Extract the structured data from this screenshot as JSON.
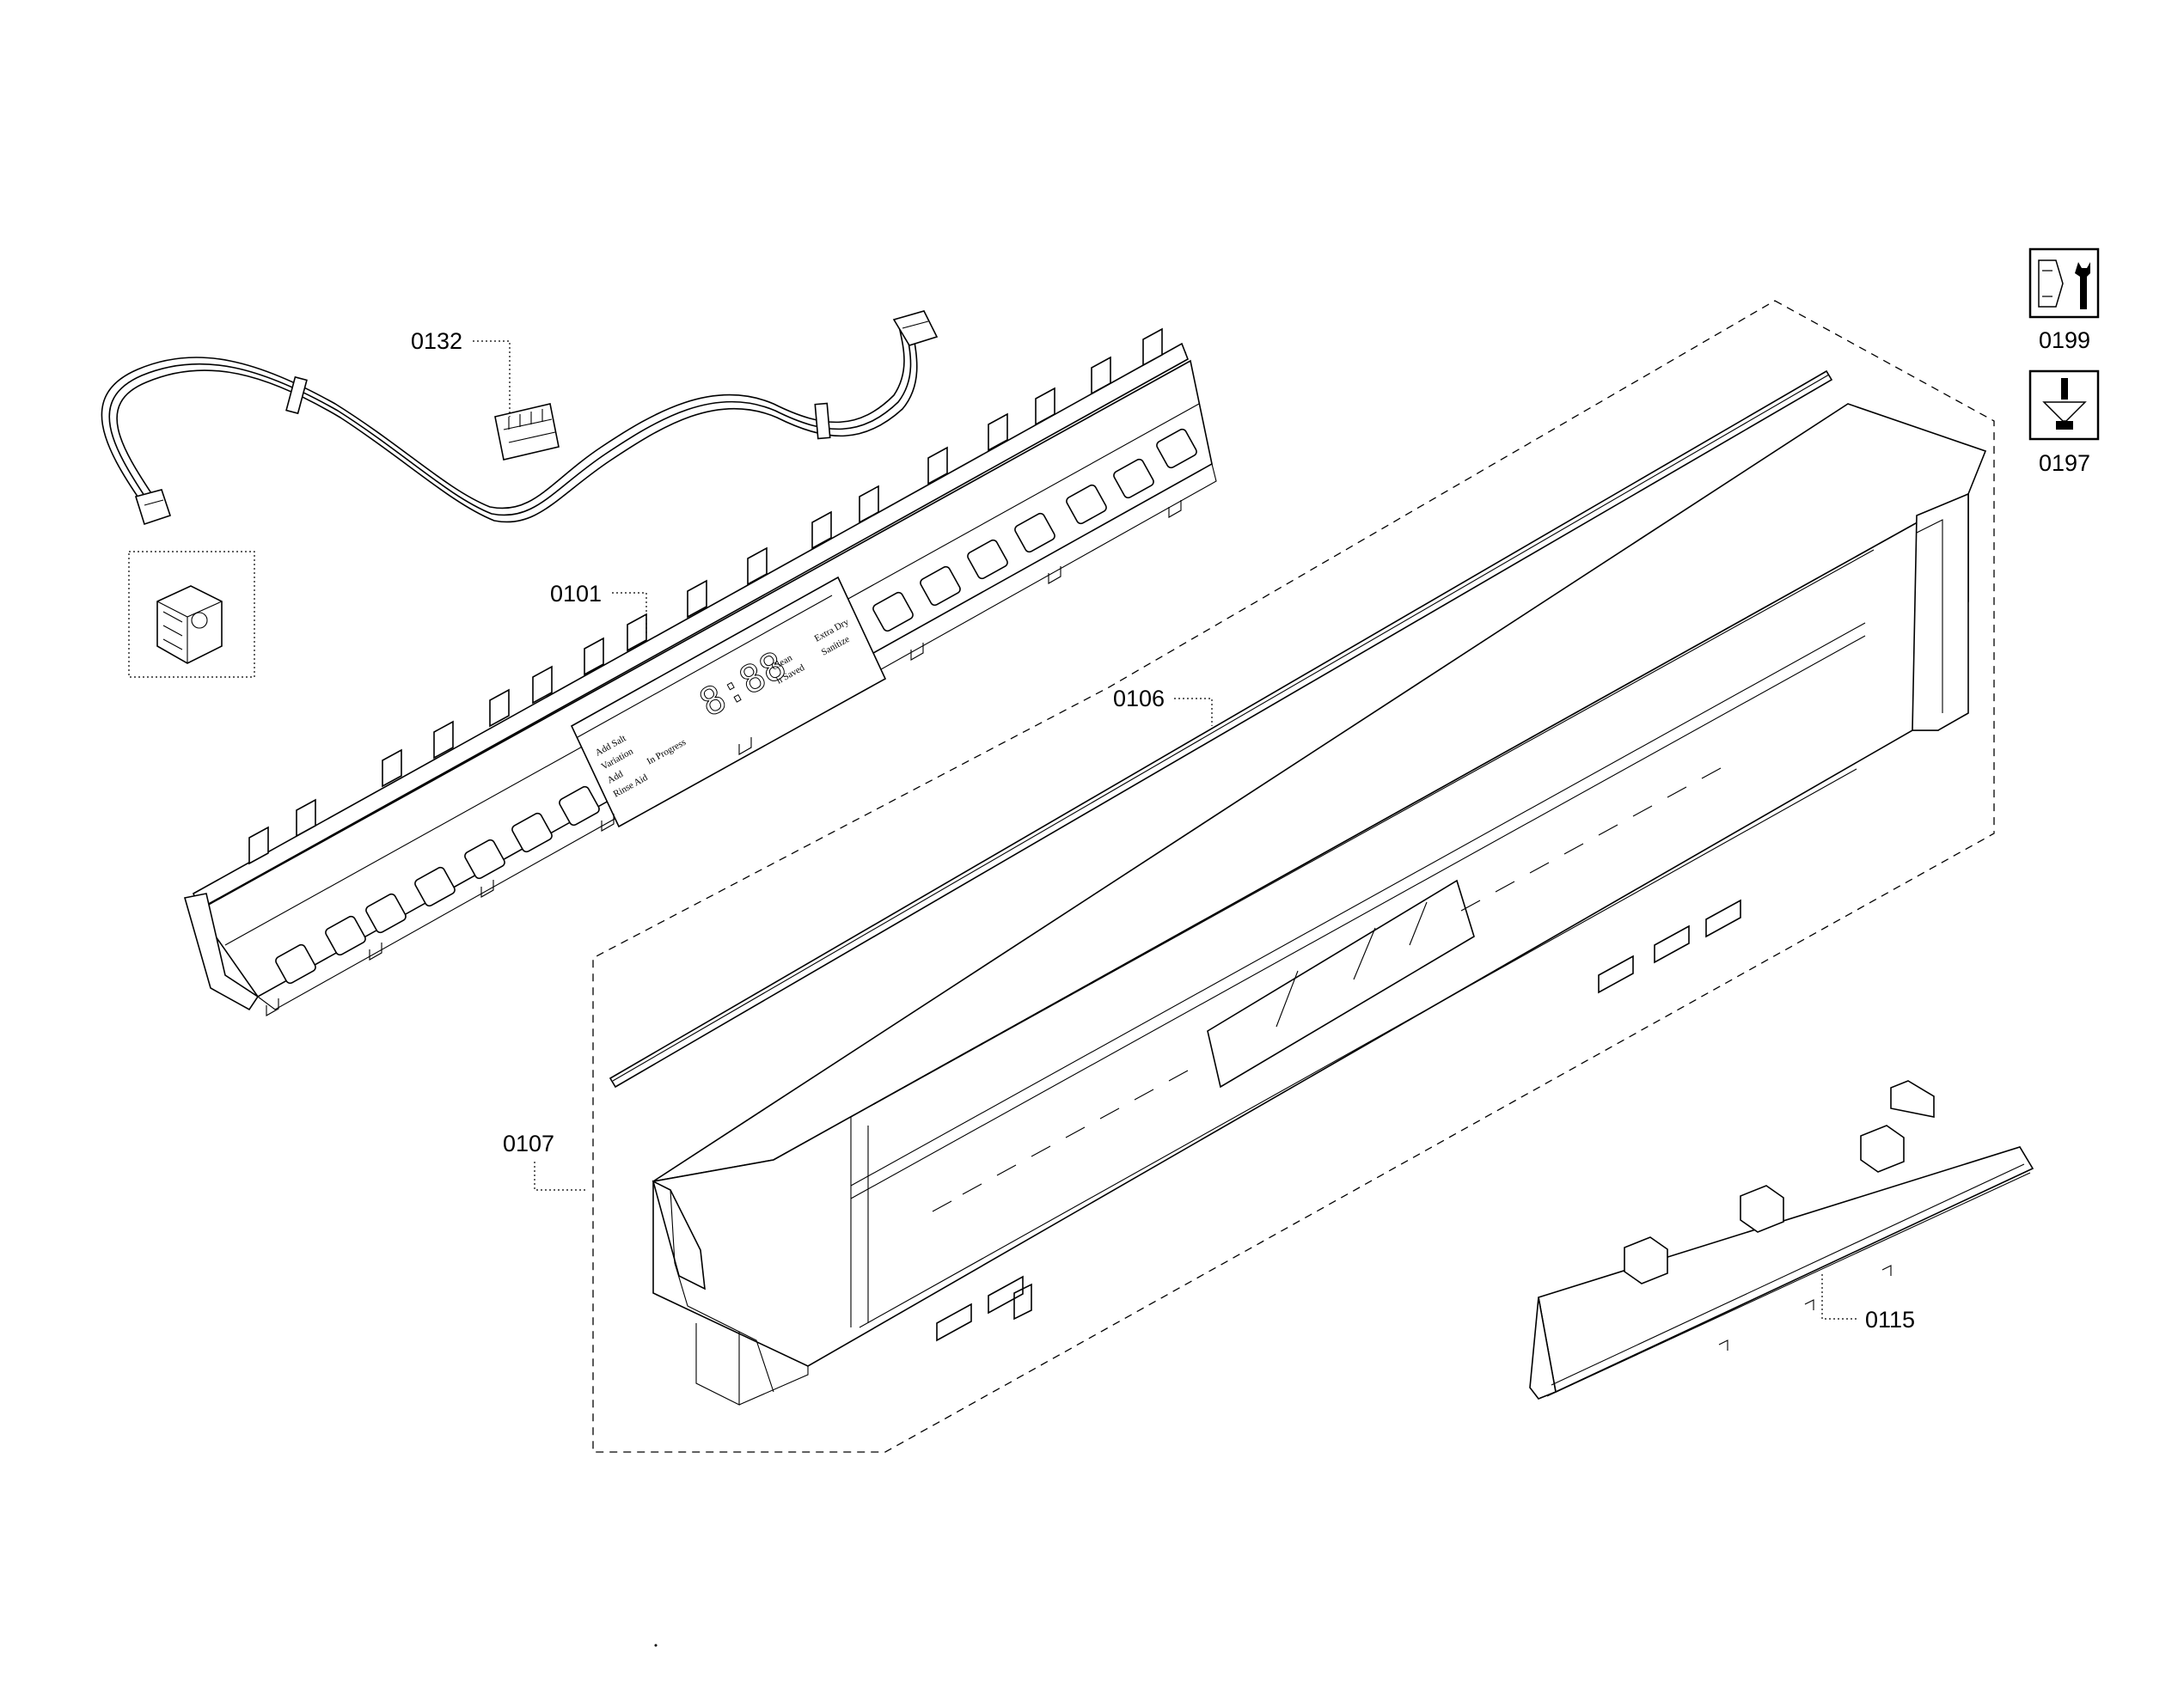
{
  "parts": {
    "p0132": "0132",
    "p0101": "0101",
    "p0106": "0106",
    "p0107": "0107",
    "p0115": "0115",
    "p0199": "0199",
    "p0197": "0197"
  },
  "panel_text": {
    "add_salt": "Add Salt",
    "variation": "Variation",
    "add": "Add",
    "rinse_aid": "Rinse Aid",
    "in_progress": "In Progress",
    "display": "8:88",
    "clean": "Clean",
    "h_saved": "h Saved",
    "extra_dry": "Extra Dry",
    "sanitize": "Sanitize"
  },
  "icons": {
    "service_tool": "wrench-icon",
    "screw": "screw-icon"
  }
}
